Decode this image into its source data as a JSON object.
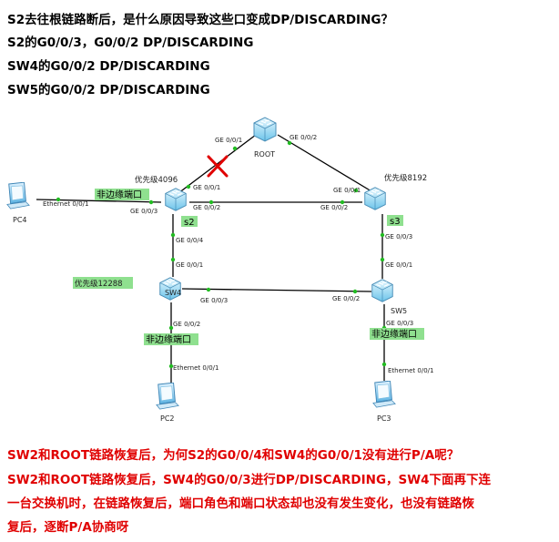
{
  "questions": {
    "line1": "S2去往根链路断后，是什么原因导致这些口变成DP/DISCARDING？",
    "line2": "S2的G0/0/3，G0/0/2 DP/DISCARDING",
    "line3": "SW4的G0/0/2 DP/DISCARDING",
    "line4": "SW5的G0/0/2 DP/DISCARDING"
  },
  "topology": {
    "devices": {
      "root": "ROOT",
      "s2": "s2",
      "s3": "s3",
      "sw4": "SW4",
      "sw5": "SW5",
      "pc2": "PC2",
      "pc3": "PC3",
      "pc4": "PC4"
    },
    "priorities": {
      "s2": "优先级4096",
      "s3": "优先级8192",
      "sw4": "优先级12288"
    },
    "edge_label": "非边缘端口",
    "ports": {
      "root_left": "GE 0/0/1",
      "root_right": "GE 0/0/2",
      "s2_to_root": "GE 0/0/1",
      "s2_to_s3": "GE 0/0/2",
      "s2_to_pc4": "GE 0/0/3",
      "s2_down": "GE 0/0/4",
      "pc4_eth": "Ethernet 0/0/1",
      "s3_to_root": "GE 0/0/1",
      "s3_to_s2": "GE 0/0/2",
      "s3_down": "GE 0/0/3",
      "sw4_up": "GE 0/0/1",
      "sw4_to_sw5": "GE 0/0/3",
      "sw4_down": "GE 0/0/2",
      "sw5_up": "GE 0/0/1",
      "sw5_to_sw4": "GE 0/0/2",
      "sw5_down": "GE 0/0/3",
      "pc2_eth": "Ethernet 0/0/1",
      "pc3_eth": "Ethernet 0/0/1"
    },
    "colors": {
      "link": "#000000",
      "port_dot": "#22bb22",
      "label_bg": "#8fe08f",
      "break_mark": "#e00000"
    }
  },
  "notes": {
    "line1": "SW2和ROOT链路恢复后，为何S2的G0/0/4和SW4的G0/0/1没有进行P/A呢？",
    "line2": "SW2和ROOT链路恢复后，SW4的G0/0/3进行DP/DISCARDING，SW4下面再下连",
    "line3": "一台交换机时，在链路恢复后，端口角色和端口状态却也没有发生变化，也没有链路恢",
    "line4": "复后，逐断P/A协商呀"
  }
}
